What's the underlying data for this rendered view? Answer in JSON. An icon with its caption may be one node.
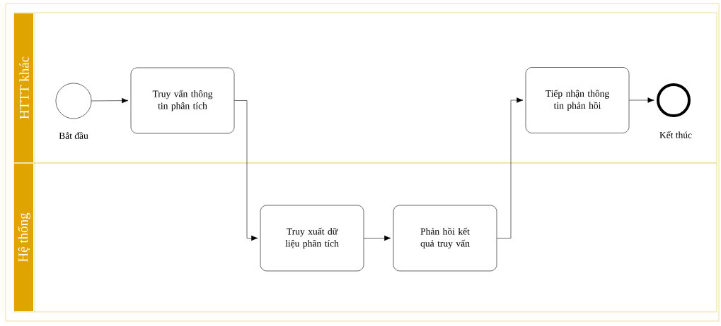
{
  "diagram": {
    "nodes": [
      {
        "text": [
          "HTTT khác"
        ]
      },
      {
        "text": [],
        "shape": "circle",
        "beside": [
          "Bắt đầu"
        ],
        "in": 0
      },
      {
        "text": [
          "Truy vấn thông tin phân tích"
        ],
        "in": 0
      },
      {
        "text": [
          "Tiếp nhận thông tin phản hồi"
        ],
        "in": 0
      },
      {
        "text": [],
        "shape": "circle",
        "beside": [
          "Kết thúc"
        ],
        "in": 0
      },
      {
        "text": [
          "Hệ thống"
        ]
      },
      {
        "text": [
          "Truy xuất dữ liệu phân tích"
        ],
        "in": 5
      },
      {
        "text": [
          "Phản hồi kết quả truy vấn"
        ],
        "in": 5
      }
    ],
    "edges": [
      {
        "from": 1,
        "to": 2,
        "arrow": "to"
      },
      {
        "from": 2,
        "to": 6,
        "arrow": "to"
      },
      {
        "from": 6,
        "to": 7,
        "arrow": "to"
      },
      {
        "from": 7,
        "to": 3,
        "arrow": "to"
      },
      {
        "from": 3,
        "to": 4,
        "arrow": "to"
      }
    ]
  }
}
